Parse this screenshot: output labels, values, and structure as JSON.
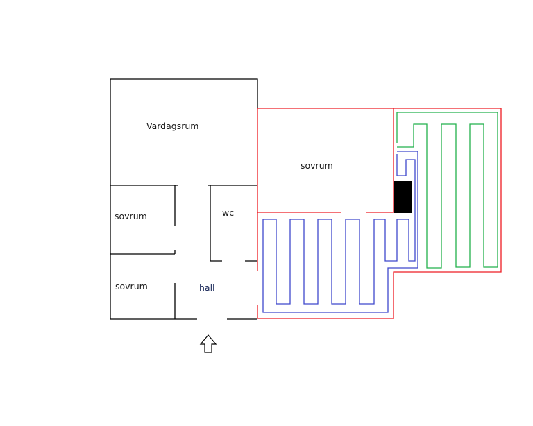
{
  "labels": {
    "living_room": "Vardagsrum",
    "bedroom_large": "sovrum",
    "bedroom_left_top": "sovrum",
    "wc": "wc",
    "bedroom_left_bottom": "sovrum",
    "hall": "hall"
  },
  "colors": {
    "walls": "#000000",
    "extension_walls": "#ed1c24",
    "heating_loop_1": "#3f48cc",
    "heating_loop_2": "#22b14c",
    "fixture": "#000000"
  },
  "icons": {
    "entrance": "up-arrow-icon"
  }
}
